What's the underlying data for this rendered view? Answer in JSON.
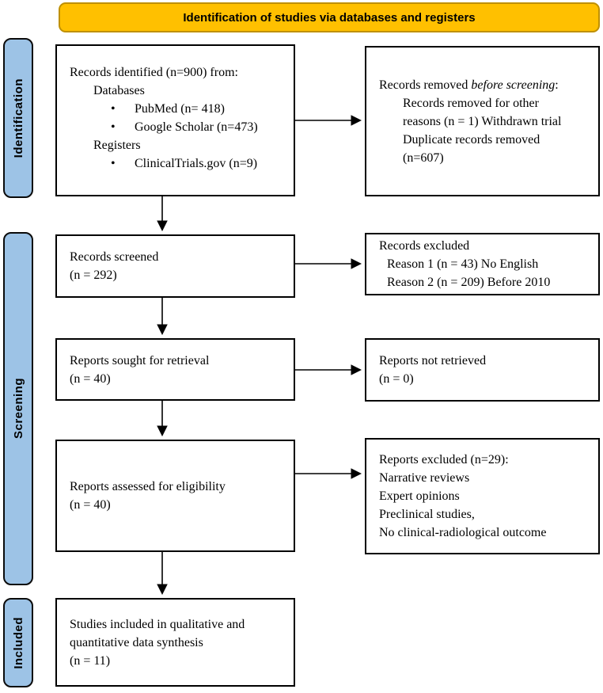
{
  "header": {
    "title": "Identification of studies via databases and registers"
  },
  "bullet_char": "•",
  "colors": {
    "header_bg": "#FFC000",
    "header_border": "#BF9000",
    "stage_bg": "#9DC3E6",
    "box_border": "#000000",
    "arrow": "#000000"
  },
  "sidebar": {
    "stages": [
      {
        "label": "Identification"
      },
      {
        "label": "Screening"
      },
      {
        "label": "Included"
      }
    ]
  },
  "boxes": {
    "records_identified": {
      "line1": "Records identified (n=900) from:",
      "line2": "Databases",
      "bullet1": "PubMed (n= 418)",
      "bullet2": "Google Scholar (n=473)",
      "line3": "Registers",
      "bullet3": "ClinicalTrials.gov (n=9)"
    },
    "records_removed": {
      "lead_prefix": "Records removed ",
      "lead_italic": "before screening",
      "lead_suffix": ":",
      "lines": [
        "Records removed for other",
        "reasons (n = 1) Withdrawn trial",
        "Duplicate records removed",
        "(n=607)"
      ]
    },
    "records_screened": {
      "lines": [
        "Records screened",
        "(n = 292)"
      ]
    },
    "records_excluded": {
      "lines": [
        "Records excluded",
        "Reason 1 (n = 43) No English",
        "Reason 2 (n = 209) Before 2010"
      ]
    },
    "reports_sought": {
      "lines": [
        "Reports sought for retrieval",
        "(n = 40)"
      ]
    },
    "reports_not_retrieved": {
      "lines": [
        "Reports not retrieved",
        "(n = 0)"
      ]
    },
    "reports_assessed": {
      "lines": [
        "Reports assessed for eligibility",
        "(n = 40)"
      ]
    },
    "reports_excluded": {
      "lines": [
        "Reports excluded (n=29):",
        "Narrative reviews",
        "Expert opinions",
        "Preclinical studies,",
        "No clinical-radiological outcome"
      ]
    },
    "studies_included": {
      "lines": [
        "Studies included in qualitative and",
        "quantitative data synthesis",
        "(n = 11)"
      ]
    }
  }
}
